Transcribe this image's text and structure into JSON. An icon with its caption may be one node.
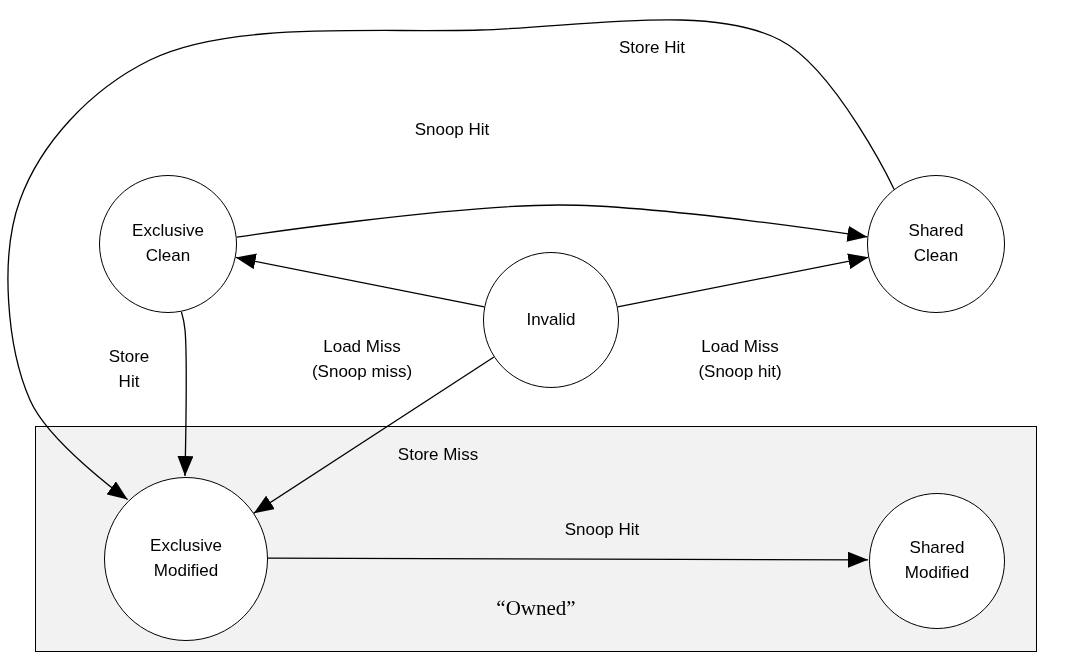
{
  "diagram": {
    "nodes": [
      {
        "text": [
          "Exclusive Clean"
        ]
      },
      {
        "text": [
          "Shared Clean"
        ]
      },
      {
        "text": [
          "Invalid"
        ]
      },
      {
        "text": [
          "“Owned”"
        ]
      },
      {
        "text": [
          "Exclusive Modified"
        ],
        "in": 3
      },
      {
        "text": [
          "Shared Modified"
        ],
        "in": 3
      }
    ],
    "edges": [
      {
        "from": 1,
        "to": 4,
        "arrow": "to",
        "label": "Store Hit"
      },
      {
        "from": 0,
        "to": 1,
        "arrow": "to",
        "label": "Snoop Hit"
      },
      {
        "from": 2,
        "to": 0,
        "arrow": "to",
        "label": "Load Miss (Snoop miss)"
      },
      {
        "from": 2,
        "to": 1,
        "arrow": "to",
        "label": "Load Miss (Snoop hit)"
      },
      {
        "from": 0,
        "to": 4,
        "arrow": "to",
        "label": "Store Hit"
      },
      {
        "from": 2,
        "to": 4,
        "arrow": "to",
        "label": "Store Miss"
      },
      {
        "from": 4,
        "to": 5,
        "arrow": "to",
        "label": "Snoop Hit"
      }
    ]
  }
}
